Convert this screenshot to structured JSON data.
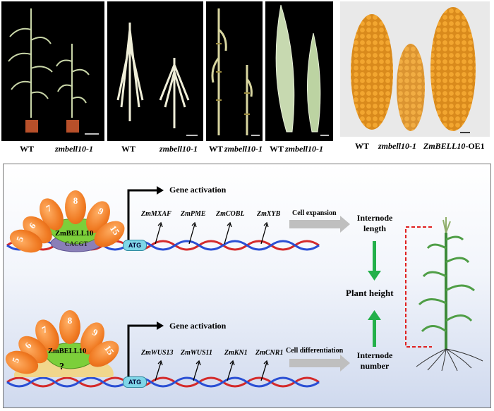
{
  "top": {
    "labels": {
      "p1_wt": "WT",
      "p1_mut": "zmbell10-1",
      "p2_wt": "WT",
      "p2_mut": "zmbell10-1",
      "p3_wt": "WT",
      "p3_mut": "zmbell10-1",
      "p4_wt": "WT",
      "p4_mut": "zmbell10-1",
      "p5_wt": "WT",
      "p5_mut": "zmbell10-1",
      "p5_oe_gene": "ZmBELL10",
      "p5_oe_suffix": "-OE1"
    }
  },
  "diagram": {
    "upper": {
      "activation": "Gene activation",
      "genes": [
        "ZmMXAF",
        "ZmPME",
        "ZmCOBL",
        "ZmXYB"
      ],
      "process": "Cell expansion",
      "factor": "ZmBELL10",
      "motif": "CACGT",
      "atg": "ATG",
      "petals": [
        "7",
        "8",
        "6",
        "9",
        "5",
        "15"
      ]
    },
    "lower": {
      "activation": "Gene activation",
      "genes": [
        "ZmWUS13",
        "ZmWUS11",
        "ZmKN1",
        "ZmCNR1"
      ],
      "process": "Cell differentiation",
      "factor": "ZmBELL10",
      "unknown": "?",
      "atg": "ATG",
      "petals": [
        "7",
        "8",
        "6",
        "9",
        "5",
        "15"
      ]
    },
    "outcome": {
      "length_line1": "Internode",
      "length_line2": "length",
      "height": "Plant height",
      "number_line1": "Internode",
      "number_line2": "number"
    },
    "colors": {
      "petal": "#f07a22",
      "factor": "#7ccf3a",
      "motif": "#8a7fb8",
      "atg": "#7fd6e8",
      "dna_red": "#d42a2a",
      "dna_blue": "#2a4fd4",
      "green_arrow": "#23b04a",
      "red_dashed": "#e02020"
    }
  }
}
